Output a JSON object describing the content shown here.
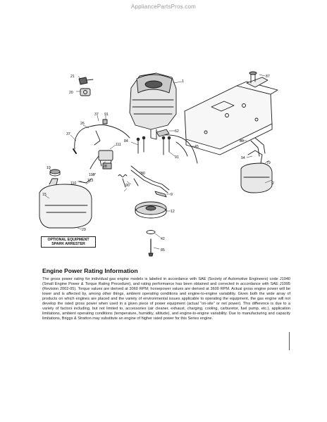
{
  "watermark": "AppliancePartsPros.com",
  "callouts": {
    "c1": "1",
    "c2": "2",
    "c9": "9",
    "c12": "12",
    "c15": "15",
    "c19": "19",
    "c20": "20",
    "c21": "21",
    "c26": "26",
    "c28": "28",
    "c29": "29",
    "c37a": "37",
    "c37b": "37",
    "c42": "42",
    "c45": "45",
    "c62": "62",
    "c79": "79",
    "c84": "84",
    "c85": "85",
    "c87": "87",
    "c89": "89",
    "c90a": "90",
    "c90b": "90",
    "c91a": "91",
    "c91b": "91",
    "c94": "94",
    "c109": "109",
    "c110": "110",
    "c111": "111",
    "c113": "113"
  },
  "note_box": {
    "line1": "OPTIONAL EQUIPMENT",
    "line2": "SPARK ARRESTER"
  },
  "section": {
    "title": "Engine Power Rating Information",
    "body": "The gross power rating for individual gas engine models is labeled in accordance with SAE (Society of Automotive Engineers) code J1940 (Small Engine Power & Torque Rating Procedure), and rating performance has been obtained and corrected in accordance with SAE J1995 (Revision 2002-05). Torque values are derived at 3060 RPM; horsepower values are derived at 3600 RPM. Actual gross engine power will be lower and is affected by, among other things, ambient operating conditions and engine-to-engine variability. Given both the wide array of products on which engines are placed and the variety of environmental issues applicable to operating the equipment, the gas engine will not develop the rated gross power when used in a given piece of power equipment (actual \"on-site\" or net power). This difference is due to a variety of factors including, but not limited to, accessories (air cleaner, exhaust, charging, cooling, carburetor, fuel pump, etc.), application limitations, ambient operating conditions (temperature, humidity, altitude), and engine-to-engine variability. Due to manufacturing and capacity limitations, Briggs & Stratton may substitute an engine of higher rated power for this Series engine."
  }
}
